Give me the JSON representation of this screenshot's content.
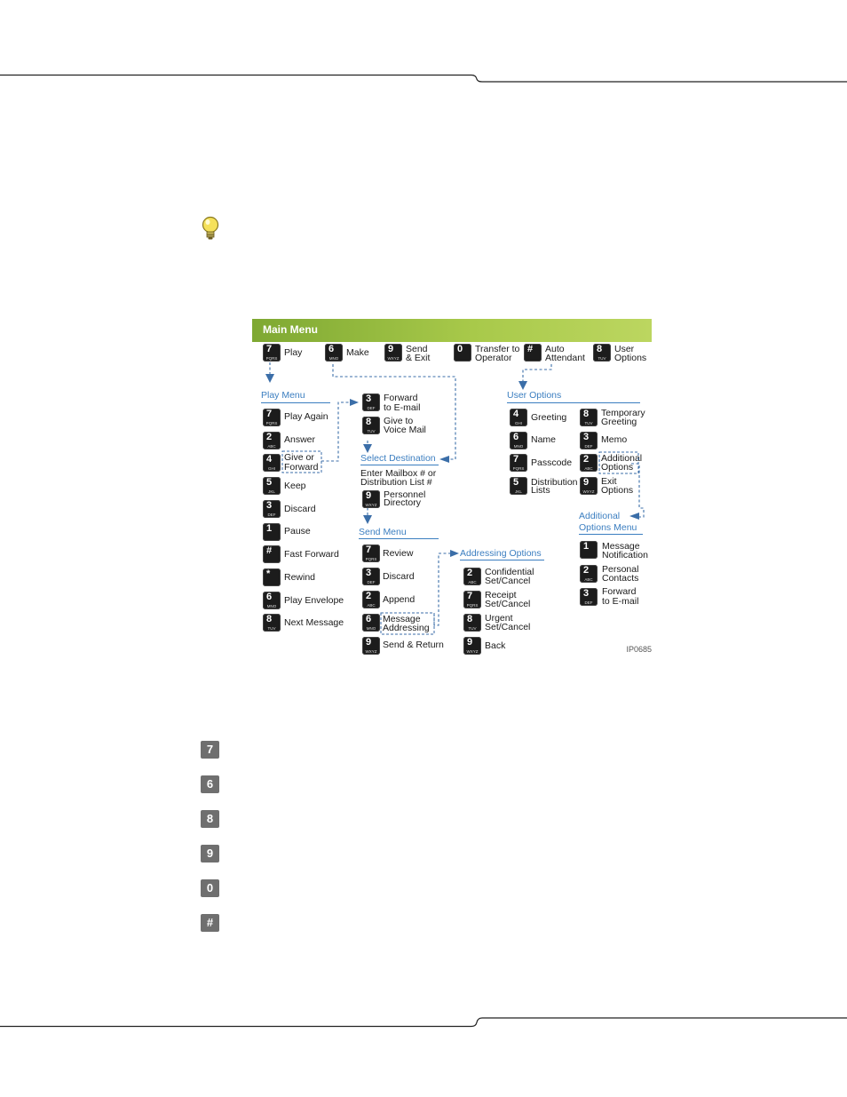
{
  "figure_id": "IP0685",
  "main_menu": {
    "title": "Main Menu",
    "items": [
      {
        "key": "7",
        "sub": "PQRS",
        "label": "Play"
      },
      {
        "key": "6",
        "sub": "MNO",
        "label": "Make"
      },
      {
        "key": "9",
        "sub": "WXYZ",
        "label1": "Send",
        "label2": "& Exit"
      },
      {
        "key": "0",
        "sub": "",
        "label1": "Transfer to",
        "label2": "Operator"
      },
      {
        "key": "#",
        "sub": "",
        "label1": "Auto",
        "label2": "Attendant"
      },
      {
        "key": "8",
        "sub": "TUV",
        "label1": "User",
        "label2": "Options"
      }
    ]
  },
  "play_menu": {
    "heading": "Play Menu",
    "items": [
      {
        "key": "7",
        "sub": "PQRS",
        "label": "Play Again"
      },
      {
        "key": "2",
        "sub": "ABC",
        "label": "Answer"
      },
      {
        "key": "4",
        "sub": "GHI",
        "label1": "Give or",
        "label2": "Forward"
      },
      {
        "key": "5",
        "sub": "JKL",
        "label": "Keep"
      },
      {
        "key": "3",
        "sub": "DEF",
        "label": "Discard"
      },
      {
        "key": "1",
        "sub": "",
        "label": "Pause"
      },
      {
        "key": "#",
        "sub": "",
        "label": "Fast Forward"
      },
      {
        "key": "*",
        "sub": "",
        "label": "Rewind"
      },
      {
        "key": "6",
        "sub": "MNO",
        "label": "Play Envelope"
      },
      {
        "key": "8",
        "sub": "TUV",
        "label": "Next Message"
      }
    ]
  },
  "forward_options": [
    {
      "key": "3",
      "sub": "DEF",
      "label1": "Forward",
      "label2": "to E-mail"
    },
    {
      "key": "8",
      "sub": "TUV",
      "label1": "Give to",
      "label2": "Voice Mail"
    }
  ],
  "select_destination": {
    "heading": "Select Destination",
    "text1": "Enter Mailbox # or",
    "text2": "Distribution List #",
    "item": {
      "key": "9",
      "sub": "WXYZ",
      "label1": "Personnel",
      "label2": "Directory"
    }
  },
  "send_menu": {
    "heading": "Send Menu",
    "items": [
      {
        "key": "7",
        "sub": "PQRS",
        "label": "Review"
      },
      {
        "key": "3",
        "sub": "DEF",
        "label": "Discard"
      },
      {
        "key": "2",
        "sub": "ABC",
        "label": "Append"
      },
      {
        "key": "6",
        "sub": "MNO",
        "label1": "Message",
        "label2": "Addressing"
      },
      {
        "key": "9",
        "sub": "WXYZ",
        "label": "Send & Return"
      }
    ]
  },
  "addressing_options": {
    "heading": "Addressing Options",
    "items": [
      {
        "key": "2",
        "sub": "ABC",
        "label1": "Confidential",
        "label2": "Set/Cancel"
      },
      {
        "key": "7",
        "sub": "PQRS",
        "label1": "Receipt",
        "label2": "Set/Cancel"
      },
      {
        "key": "8",
        "sub": "TUV",
        "label1": "Urgent",
        "label2": "Set/Cancel"
      },
      {
        "key": "9",
        "sub": "WXYZ",
        "label": "Back"
      }
    ]
  },
  "user_options": {
    "heading": "User Options",
    "left": [
      {
        "key": "4",
        "sub": "GHI",
        "label": "Greeting"
      },
      {
        "key": "6",
        "sub": "MNO",
        "label": "Name"
      },
      {
        "key": "7",
        "sub": "PQRS",
        "label": "Passcode"
      },
      {
        "key": "5",
        "sub": "JKL",
        "label1": "Distribution",
        "label2": "Lists"
      }
    ],
    "right": [
      {
        "key": "8",
        "sub": "TUV",
        "label1": "Temporary",
        "label2": "Greeting"
      },
      {
        "key": "3",
        "sub": "DEF",
        "label": "Memo"
      },
      {
        "key": "2",
        "sub": "ABC",
        "label1": "Additional",
        "label2": "Options"
      },
      {
        "key": "9",
        "sub": "WXYZ",
        "label1": "Exit",
        "label2": "Options"
      }
    ]
  },
  "additional_options": {
    "heading1": "Additional",
    "heading2": "Options Menu",
    "items": [
      {
        "key": "1",
        "sub": "",
        "label1": "Message",
        "label2": "Notification"
      },
      {
        "key": "2",
        "sub": "ABC",
        "label1": "Personal",
        "label2": "Contacts"
      },
      {
        "key": "3",
        "sub": "DEF",
        "label1": "Forward",
        "label2": "to E-mail"
      }
    ]
  },
  "key_list": [
    "7",
    "6",
    "8",
    "9",
    "0",
    "#"
  ]
}
